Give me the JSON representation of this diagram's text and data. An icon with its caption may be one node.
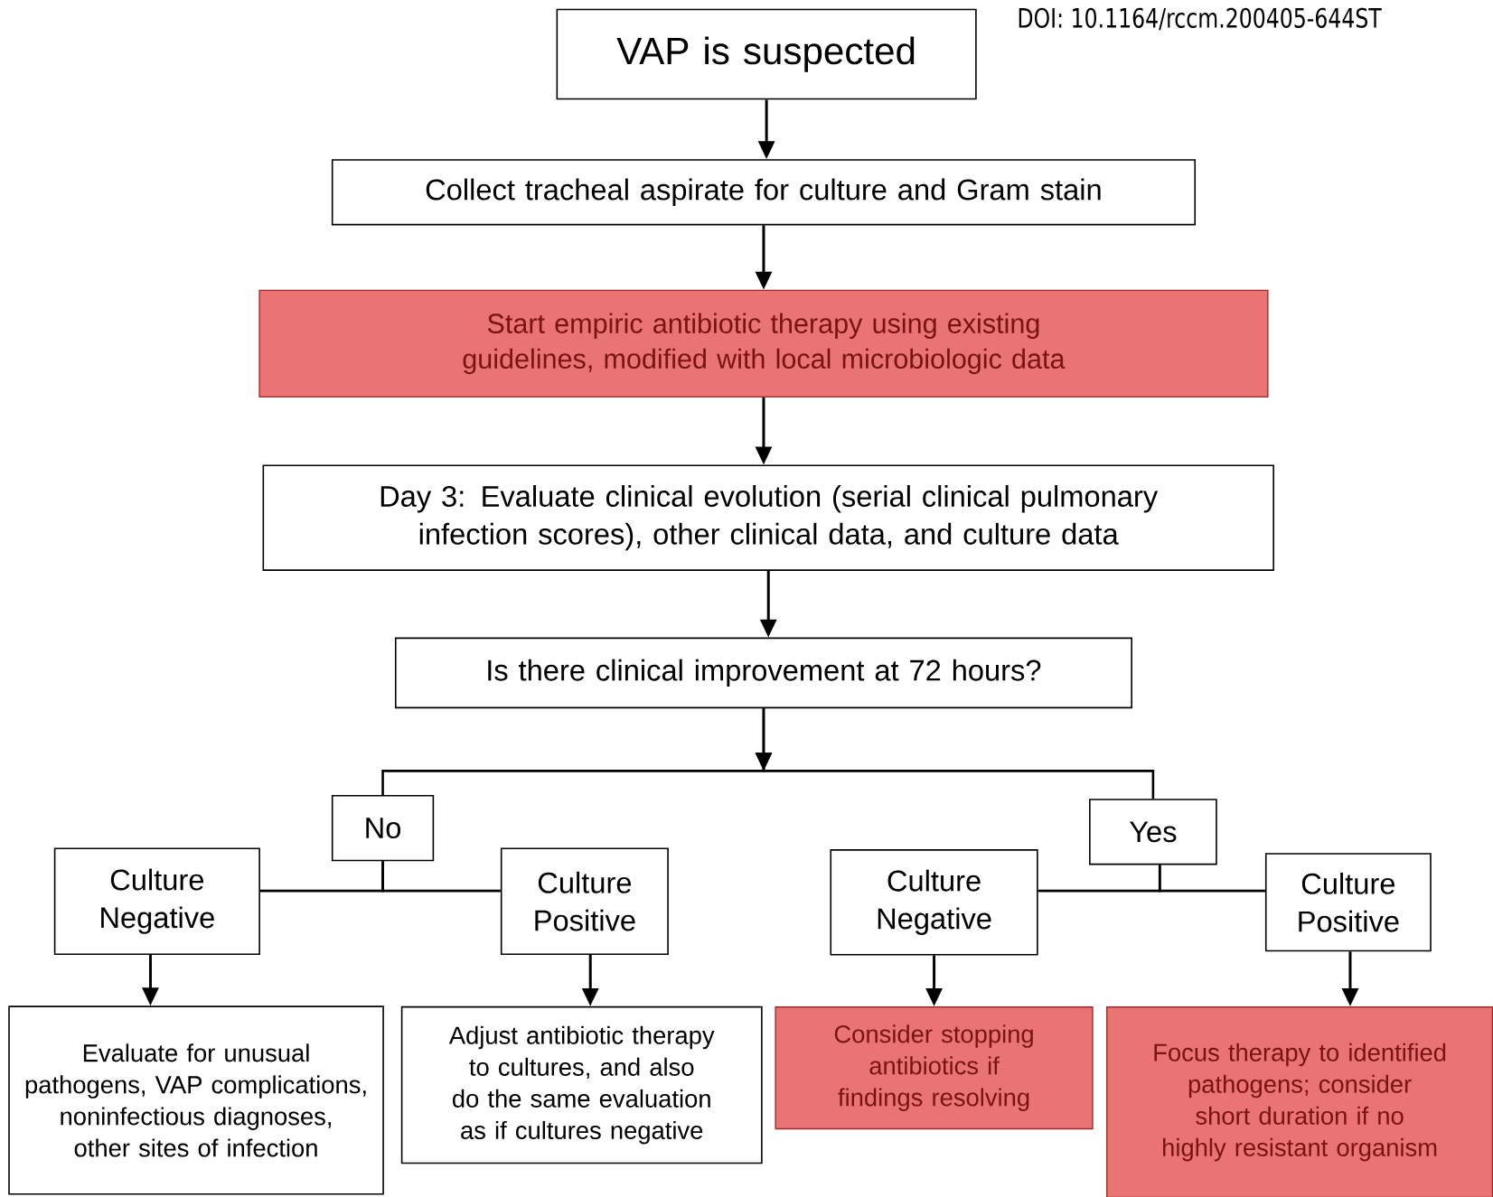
{
  "diagram": {
    "nodes": [
      {
        "text": [
          "VAP is suspected"
        ]
      },
      {
        "text": [
          "Collect tracheal aspirate for culture and Gram stain"
        ]
      },
      {
        "text": [
          "Start empiric antibiotic therapy using existing guidelines, modified with local microbiologic data"
        ]
      },
      {
        "text": [
          "Day 3: Evaluate clinical evolution (serial clinical pulmonary infection scores), other clinical data, and culture data"
        ]
      },
      {
        "text": [
          "Is there clinical improvement at 72 hours?"
        ]
      },
      {
        "text": [
          "No"
        ]
      },
      {
        "text": [
          "Yes"
        ]
      },
      {
        "text": [
          "Culture Negative"
        ]
      },
      {
        "text": [
          "Culture Positive"
        ]
      },
      {
        "text": [
          "Culture Negative"
        ]
      },
      {
        "text": [
          "Culture Positive"
        ]
      },
      {
        "text": [
          "Evaluate for unusual pathogens, VAP complications, noninfectious diagnoses, other sites of infection"
        ]
      },
      {
        "text": [
          "Adjust antibiotic therapy to cultures, and also do the same evaluation as if cultures negative"
        ]
      },
      {
        "text": [
          "Consider stopping antibiotics if findings resolving"
        ]
      },
      {
        "text": [
          "Focus therapy to identified pathogens; consider short duration if no highly resistant organism"
        ]
      }
    ],
    "edges": [
      {
        "from": 0,
        "to": 1,
        "arrow": "to"
      },
      {
        "from": 1,
        "to": 2,
        "arrow": "to"
      },
      {
        "from": 2,
        "to": 3,
        "arrow": "to"
      },
      {
        "from": 3,
        "to": 4,
        "arrow": "to"
      },
      {
        "from": 4,
        "to": 5,
        "arrow": "to"
      },
      {
        "from": 4,
        "to": 6,
        "arrow": "to"
      },
      {
        "from": 5,
        "to": 7,
        "arrow": "none"
      },
      {
        "from": 5,
        "to": 8,
        "arrow": "none"
      },
      {
        "from": 6,
        "to": 9,
        "arrow": "none"
      },
      {
        "from": 6,
        "to": 10,
        "arrow": "none"
      },
      {
        "from": 7,
        "to": 11,
        "arrow": "to"
      },
      {
        "from": 8,
        "to": 12,
        "arrow": "to"
      },
      {
        "from": 9,
        "to": 13,
        "arrow": "to"
      },
      {
        "from": 10,
        "to": 14,
        "arrow": "to"
      }
    ],
    "labels": [
      "DOI: 10.1164/rccm.200405-644ST"
    ]
  }
}
